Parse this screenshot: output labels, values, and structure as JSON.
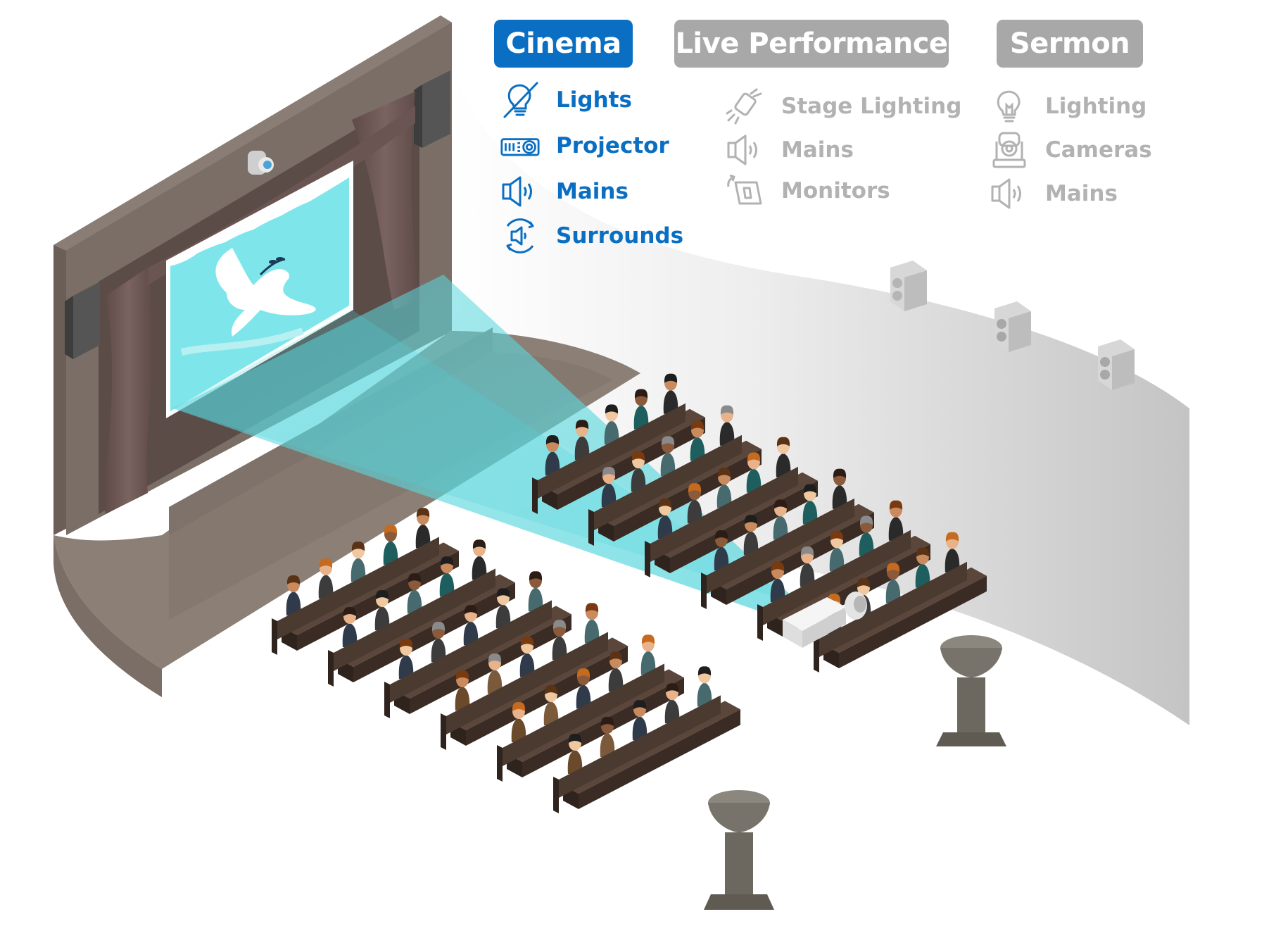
{
  "colors": {
    "accent": "#0a6fc2",
    "inactive": "#a8a8a8",
    "muted": "#b2b2b2",
    "wall_front": "#7a6e66",
    "stage": "#8c7f75",
    "screen": "#7ee6ea",
    "pew": "#4a3a30"
  },
  "tabs": [
    {
      "label": "Cinema",
      "state": "active",
      "items": [
        {
          "label": "Lights",
          "icon": "bulb-off-icon"
        },
        {
          "label": "Projector",
          "icon": "projector-icon"
        },
        {
          "label": "Mains",
          "icon": "speaker-icon"
        },
        {
          "label": "Surrounds",
          "icon": "surround-speaker-icon"
        }
      ]
    },
    {
      "label": "Live Performance",
      "state": "inactive",
      "items": [
        {
          "label": "Stage Lighting",
          "icon": "spotlight-icon"
        },
        {
          "label": "Mains",
          "icon": "speaker-icon"
        },
        {
          "label": "Monitors",
          "icon": "stage-monitor-icon"
        }
      ]
    },
    {
      "label": "Sermon",
      "state": "inactive",
      "items": [
        {
          "label": "Lighting",
          "icon": "bulb-icon"
        },
        {
          "label": "Cameras",
          "icon": "ptz-camera-icon"
        },
        {
          "label": "Mains",
          "icon": "speaker-icon"
        }
      ]
    }
  ]
}
